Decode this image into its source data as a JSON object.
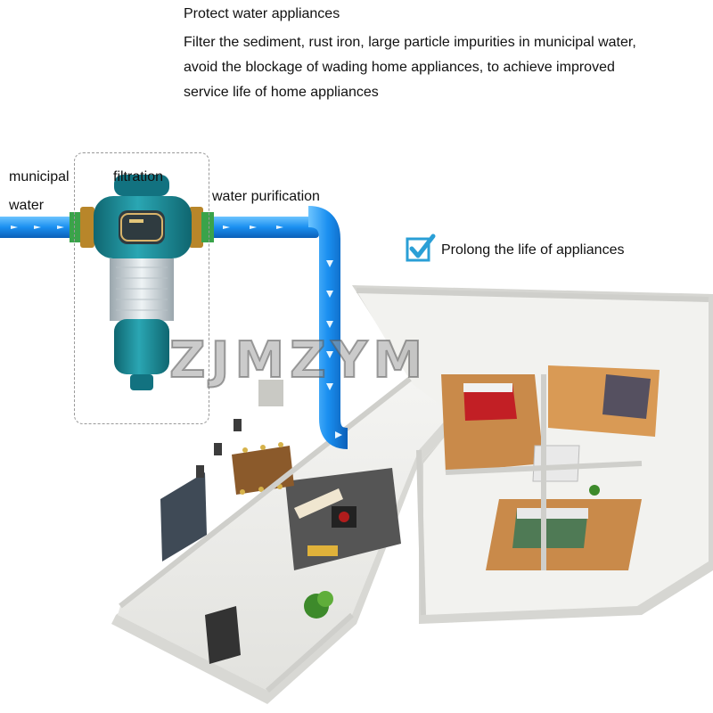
{
  "header": {
    "title": "Protect water appliances",
    "lines": [
      "Filter the sediment, rust iron, large particle impurities in municipal water,",
      "avoid the blockage of wading home appliances, to achieve improved",
      "service life of home appliances"
    ]
  },
  "labels": {
    "municipal": "municipal",
    "water": "water",
    "filtration": "filtration",
    "purification": "water purification"
  },
  "benefit": {
    "text": "Prolong the life of appliances"
  },
  "watermark": "ZJMZYM",
  "colors": {
    "pipe": "#1a8ff0",
    "filter_body": "#1a8a99",
    "fitting": "#b8862a",
    "accent": "#2a9fd6"
  }
}
